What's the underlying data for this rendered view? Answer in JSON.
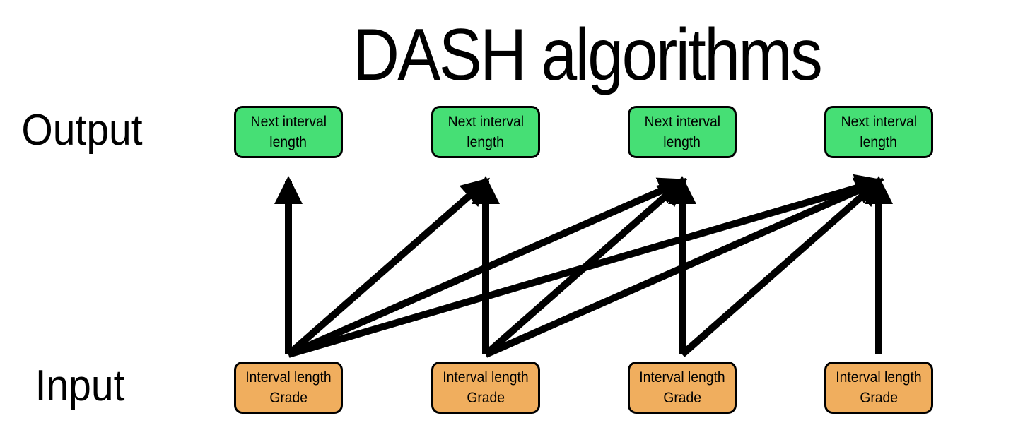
{
  "title": "DASH algorithms",
  "row_labels": {
    "output": "Output",
    "input": "Input"
  },
  "colors": {
    "output_node": "#46df75",
    "input_node": "#f0ae5e",
    "edge": "#000000"
  },
  "output_nodes": [
    {
      "line1": "Next interval",
      "line2": "length"
    },
    {
      "line1": "Next interval",
      "line2": "length"
    },
    {
      "line1": "Next interval",
      "line2": "length"
    },
    {
      "line1": "Next interval",
      "line2": "length"
    }
  ],
  "input_nodes": [
    {
      "line1": "Interval length",
      "line2": "Grade"
    },
    {
      "line1": "Interval length",
      "line2": "Grade"
    },
    {
      "line1": "Interval length",
      "line2": "Grade"
    },
    {
      "line1": "Interval length",
      "line2": "Grade"
    }
  ],
  "edges": [
    {
      "from": 0,
      "to": 0
    },
    {
      "from": 0,
      "to": 1
    },
    {
      "from": 0,
      "to": 2
    },
    {
      "from": 0,
      "to": 3
    },
    {
      "from": 1,
      "to": 1
    },
    {
      "from": 1,
      "to": 2
    },
    {
      "from": 1,
      "to": 3
    },
    {
      "from": 2,
      "to": 2
    },
    {
      "from": 2,
      "to": 3
    },
    {
      "from": 3,
      "to": 3
    }
  ]
}
